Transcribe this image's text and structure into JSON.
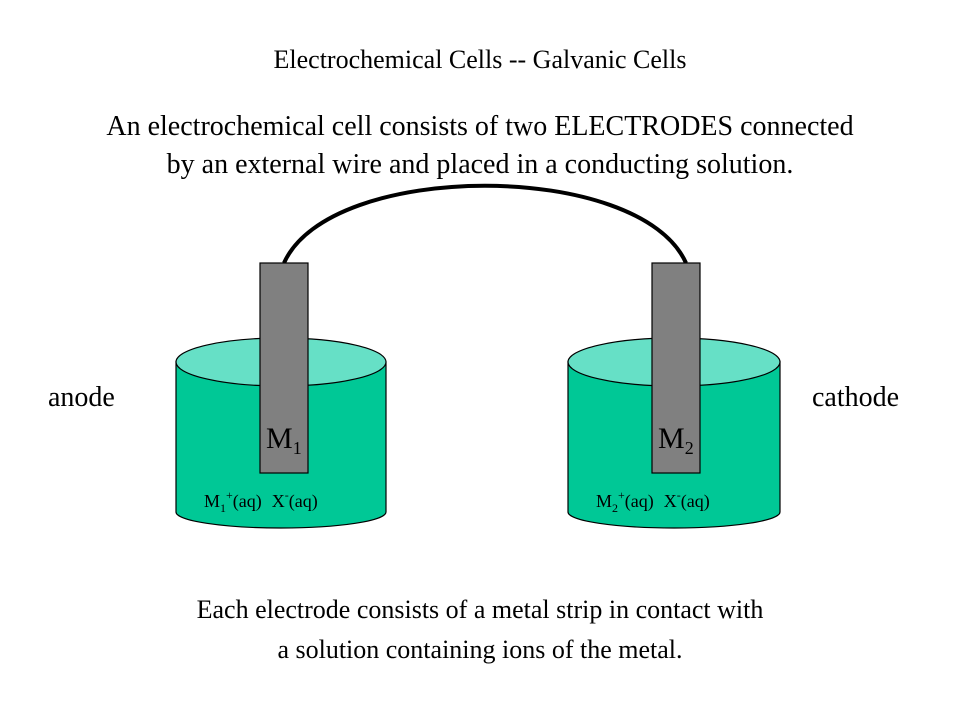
{
  "title": "Electrochemical Cells -- Galvanic Cells",
  "intro": {
    "line1": "An electrochemical cell consists of two ELECTRODES connected",
    "line2": "by an external wire and placed in a conducting solution."
  },
  "left_cell": {
    "side_label": "anode",
    "electrode": {
      "symbol": "M",
      "subscript": "1"
    },
    "solution": {
      "cation": "M",
      "cation_sub": "1",
      "cation_charge": "+",
      "cation_state": "(aq)",
      "anion": "X",
      "anion_charge": "-",
      "anion_state": "(aq)"
    }
  },
  "right_cell": {
    "side_label": "cathode",
    "electrode": {
      "symbol": "M",
      "subscript": "2"
    },
    "solution": {
      "cation": "M",
      "cation_sub": "2",
      "cation_charge": "+",
      "cation_state": "(aq)",
      "anion": "X",
      "anion_charge": "-",
      "anion_state": "(aq)"
    }
  },
  "footer": {
    "line1": "Each electrode consists of a metal strip in contact with",
    "line2": "a solution containing ions of the metal."
  },
  "colors": {
    "beaker_body": "#00c896",
    "solution_surface": "#66e0c6",
    "electrode": "#808080",
    "wire": "#000000"
  }
}
